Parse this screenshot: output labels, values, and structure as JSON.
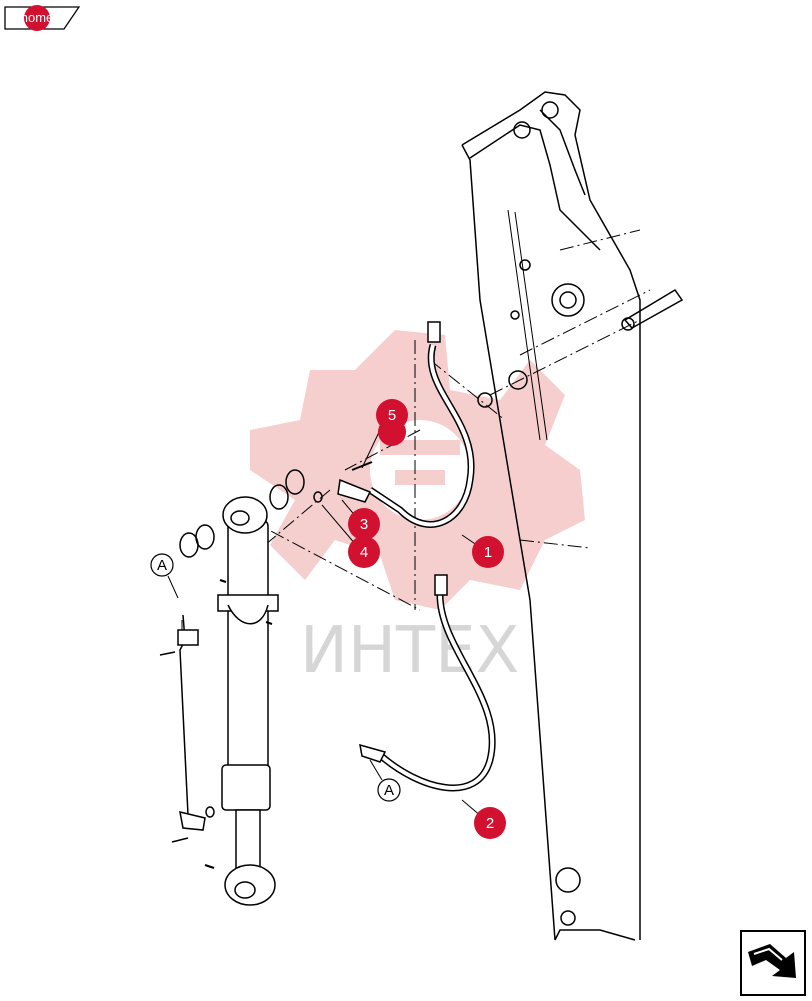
{
  "nav": {
    "home_label": "home",
    "next_icon": "arrow-next-icon"
  },
  "watermark": {
    "text": "ИНТЕХ",
    "gear_color": "#f5c8c8",
    "text_color": "#d8d8d8"
  },
  "colors": {
    "callout": "#d2102f",
    "line": "#000000"
  },
  "callouts": [
    {
      "id": "5",
      "label": "5"
    },
    {
      "id": "3",
      "label": "3"
    },
    {
      "id": "4",
      "label": "4"
    },
    {
      "id": "1",
      "label": "1"
    },
    {
      "id": "2",
      "label": "2"
    }
  ],
  "references": [
    {
      "label": "A"
    },
    {
      "label": "A"
    }
  ]
}
